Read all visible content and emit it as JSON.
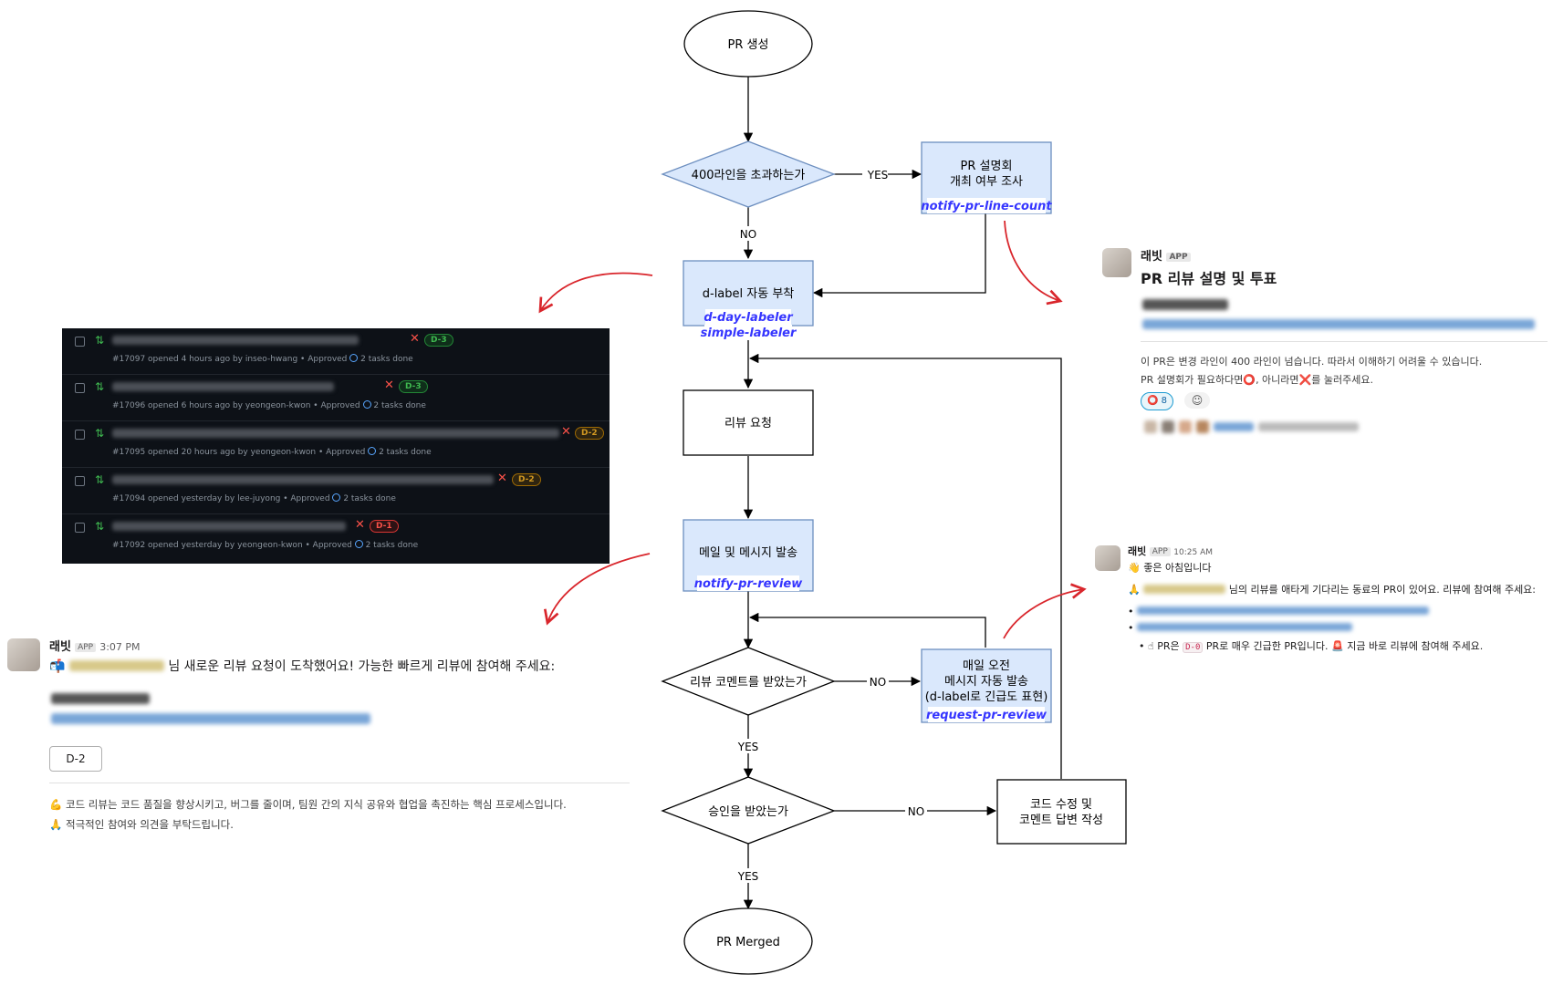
{
  "flow": {
    "start": "PR 생성",
    "decision_lines": "400라인을 초과하는가",
    "yes_label_1": "YES",
    "no_label_1": "NO",
    "survey_line1": "PR 설명회",
    "survey_line2": "개최 여부 조사",
    "survey_fn": "notify-pr-line-count",
    "dlabel": "d-label 자동 부착",
    "dlabel_fn1": "d-day-labeler",
    "dlabel_fn2": "simple-labeler",
    "review_request": "리뷰 요청",
    "mail": "메일 및 메시지 발송",
    "mail_fn": "notify-pr-review",
    "decision_comment": "리뷰 코멘트를 받았는가",
    "no_label_2": "NO",
    "morning_line1": "매일 오전",
    "morning_line2": "메시지 자동 발송",
    "morning_line3": "(d-label로 긴급도 표현)",
    "morning_fn": "request-pr-review",
    "yes_label_2": "YES",
    "decision_approve": "승인을 받았는가",
    "no_label_3": "NO",
    "fix_line1": "코드 수정 및",
    "fix_line2": "코멘트 답변 작성",
    "yes_label_3": "YES",
    "end": "PR Merged"
  },
  "github": {
    "x_mark": "✕",
    "rows": [
      {
        "meta": "#17097 opened 4 hours ago by inseo-hwang • Approved",
        "tasks": "2 tasks done",
        "badge": "D-3"
      },
      {
        "meta": "#17096 opened 6 hours ago by yeongeon-kwon • Approved",
        "tasks": "2 tasks done",
        "badge": "D-3"
      },
      {
        "meta": "#17095 opened 20 hours ago by yeongeon-kwon • Approved",
        "tasks": "2 tasks done",
        "badge": "D-2"
      },
      {
        "meta": "#17094 opened yesterday by lee-juyong • Approved",
        "tasks": "2 tasks done",
        "badge": "D-2"
      },
      {
        "meta": "#17092 opened yesterday by yeongeon-kwon • Approved",
        "tasks": "2 tasks done",
        "badge": "D-1"
      }
    ],
    "badge_colors": {
      "D-3": "#3fb950",
      "D-2": "#d29922",
      "D-1": "#f85149"
    }
  },
  "slack_vote": {
    "bot_name": "래빗",
    "app_tag": "APP",
    "title": "PR 리뷰 설명 및 투표",
    "line1": "이 PR은 변경 라인이 400 라인이 넘습니다. 따라서 이해하기 어려울 수 있습니다.",
    "line2_a": "PR 설명회가 필요하다면",
    "line2_b": ", 아니라면",
    "line2_c": "를 눌러주세요.",
    "circle_emoji": "⭕",
    "cross_emoji": "❌",
    "reaction_count": "8",
    "add_reaction": "☺"
  },
  "slack_morning": {
    "bot_name": "래빗",
    "app_tag": "APP",
    "time": "10:25 AM",
    "greeting_emoji": "👋",
    "greeting": "좋은 아침입니다",
    "pray_emoji": "🙏",
    "intro": "님의 리뷰를 애타게 기다리는 동료의 PR이 있어요. 리뷰에 참여해 주세요:",
    "bullet": "•",
    "urgent_emoji": "☝",
    "urgent_a": "PR은",
    "urgent_code": "D-0",
    "urgent_b": "PR로 매우 긴급한 PR입니다.",
    "siren_emoji": "🚨",
    "urgent_c": "지금 바로 리뷰에 참여해 주세요."
  },
  "slack_request": {
    "bot_name": "래빗",
    "app_tag": "APP",
    "time": "3:07 PM",
    "mailbox_emoji": "📬",
    "message": "님 새로운 리뷰 요청이 도착했어요! 가능한 빠르게 리뷰에 참여해 주세요:",
    "button": "D-2",
    "muscle_emoji": "💪",
    "info1": "코드 리뷰는 코드 품질을 향상시키고, 버그를 줄이며, 팀원 간의 지식 공유와 협업을 촉진하는 핵심 프로세스입니다.",
    "pray_emoji": "🙏",
    "info2": "적극적인 참여와 의견을 부탁드립니다."
  },
  "colors": {
    "node_fill": "#dae8fc",
    "node_stroke": "#6c8ebf",
    "function_text": "#3535ff",
    "curve_arrow": "#d9262c"
  }
}
